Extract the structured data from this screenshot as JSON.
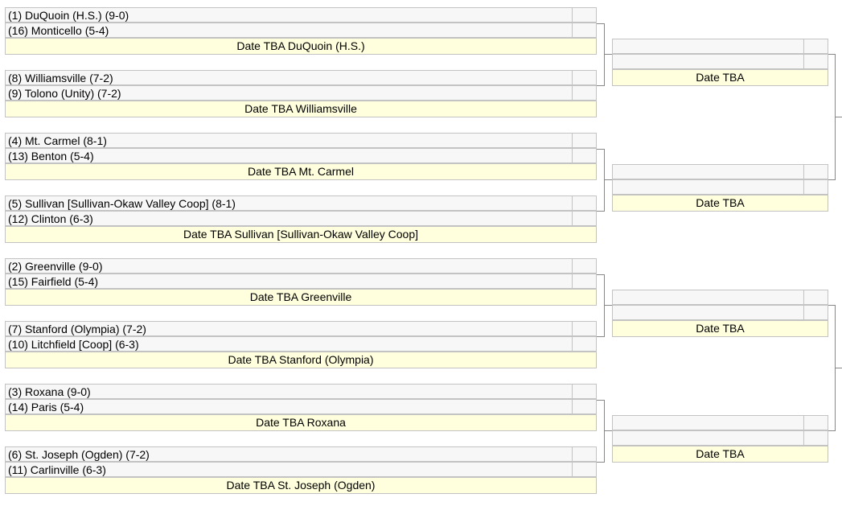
{
  "round1": [
    {
      "team1": "(1) DuQuoin (H.S.) (9-0)",
      "team2": "(16) Monticello (5-4)",
      "info": "Date TBA DuQuoin (H.S.)"
    },
    {
      "team1": "(8) Williamsville (7-2)",
      "team2": "(9) Tolono (Unity) (7-2)",
      "info": "Date TBA Williamsville"
    },
    {
      "team1": "(4) Mt. Carmel (8-1)",
      "team2": "(13) Benton (5-4)",
      "info": "Date TBA Mt. Carmel"
    },
    {
      "team1": "(5) Sullivan [Sullivan-Okaw Valley Coop] (8-1)",
      "team2": "(12) Clinton (6-3)",
      "info": "Date TBA Sullivan [Sullivan-Okaw Valley Coop]"
    },
    {
      "team1": "(2) Greenville (9-0)",
      "team2": "(15) Fairfield (5-4)",
      "info": "Date TBA Greenville"
    },
    {
      "team1": "(7) Stanford (Olympia) (7-2)",
      "team2": "(10) Litchfield [Coop] (6-3)",
      "info": "Date TBA Stanford (Olympia)"
    },
    {
      "team1": "(3) Roxana (9-0)",
      "team2": "(14) Paris (5-4)",
      "info": "Date TBA Roxana"
    },
    {
      "team1": "(6) St. Joseph (Ogden) (7-2)",
      "team2": "(11) Carlinville (6-3)",
      "info": "Date TBA St. Joseph (Ogden)"
    }
  ],
  "round2": [
    {
      "team1": "",
      "team2": "",
      "info": "Date TBA"
    },
    {
      "team1": "",
      "team2": "",
      "info": "Date TBA"
    },
    {
      "team1": "",
      "team2": "",
      "info": "Date TBA"
    },
    {
      "team1": "",
      "team2": "",
      "info": "Date TBA"
    }
  ]
}
